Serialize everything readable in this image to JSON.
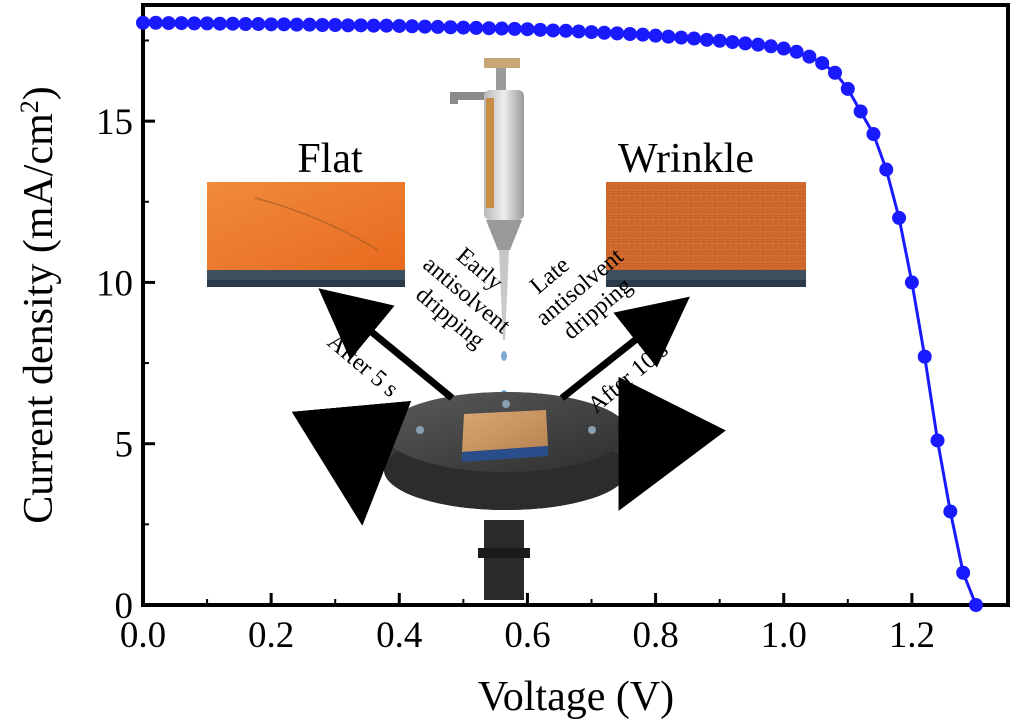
{
  "chart_data": {
    "type": "line",
    "title": "",
    "xlabel": "Voltage (V)",
    "ylabel": "Current density (mA/cm",
    "ylabel_sup": "2",
    "ylabel_close": ")",
    "xlim": [
      0,
      1.35
    ],
    "ylim": [
      0,
      18.6
    ],
    "xticks": [
      {
        "value": 0.0,
        "label": "0.0"
      },
      {
        "value": 0.2,
        "label": "0.2"
      },
      {
        "value": 0.4,
        "label": "0.4"
      },
      {
        "value": 0.6,
        "label": "0.6"
      },
      {
        "value": 0.8,
        "label": "0.8"
      },
      {
        "value": 1.0,
        "label": "1.0"
      },
      {
        "value": 1.2,
        "label": "1.2"
      }
    ],
    "yticks": [
      {
        "value": 0,
        "label": "0"
      },
      {
        "value": 5,
        "label": "5"
      },
      {
        "value": 10,
        "label": "10"
      },
      {
        "value": 15,
        "label": "15"
      }
    ],
    "grid": false,
    "series": [
      {
        "color": "#1a1aff",
        "marker": "circle",
        "x": [
          0.0,
          0.02,
          0.04,
          0.06,
          0.08,
          0.1,
          0.12,
          0.14,
          0.16,
          0.18,
          0.2,
          0.22,
          0.24,
          0.26,
          0.28,
          0.3,
          0.32,
          0.34,
          0.36,
          0.38,
          0.4,
          0.42,
          0.44,
          0.46,
          0.48,
          0.5,
          0.52,
          0.54,
          0.56,
          0.58,
          0.6,
          0.62,
          0.64,
          0.66,
          0.68,
          0.7,
          0.72,
          0.74,
          0.76,
          0.78,
          0.8,
          0.82,
          0.84,
          0.86,
          0.88,
          0.9,
          0.92,
          0.94,
          0.96,
          0.98,
          1.0,
          1.02,
          1.04,
          1.06,
          1.08,
          1.1,
          1.12,
          1.14,
          1.16,
          1.18,
          1.2,
          1.22,
          1.24,
          1.26,
          1.28,
          1.3
        ],
        "y": [
          18.05,
          18.05,
          18.04,
          18.04,
          18.03,
          18.03,
          18.02,
          18.02,
          18.01,
          18.01,
          18.0,
          18.0,
          17.99,
          17.99,
          17.98,
          17.98,
          17.97,
          17.97,
          17.96,
          17.96,
          17.95,
          17.94,
          17.93,
          17.92,
          17.91,
          17.9,
          17.89,
          17.88,
          17.87,
          17.86,
          17.85,
          17.83,
          17.81,
          17.8,
          17.78,
          17.76,
          17.74,
          17.72,
          17.7,
          17.68,
          17.65,
          17.62,
          17.59,
          17.56,
          17.52,
          17.49,
          17.45,
          17.41,
          17.37,
          17.32,
          17.25,
          17.15,
          17.0,
          16.8,
          16.5,
          16.0,
          15.3,
          14.6,
          13.5,
          12.0,
          10.0,
          7.7,
          5.1,
          2.9,
          1.0,
          0.0
        ]
      }
    ]
  },
  "inset": {
    "flat_label": "Flat",
    "wrinkle_label": "Wrinkle",
    "early_lines": [
      "Early",
      "antisolvent",
      "dripping"
    ],
    "late_lines": [
      "Late",
      "antisolvent",
      "dripping"
    ],
    "after_left": "After 5 s",
    "after_right": "After 10 s"
  }
}
